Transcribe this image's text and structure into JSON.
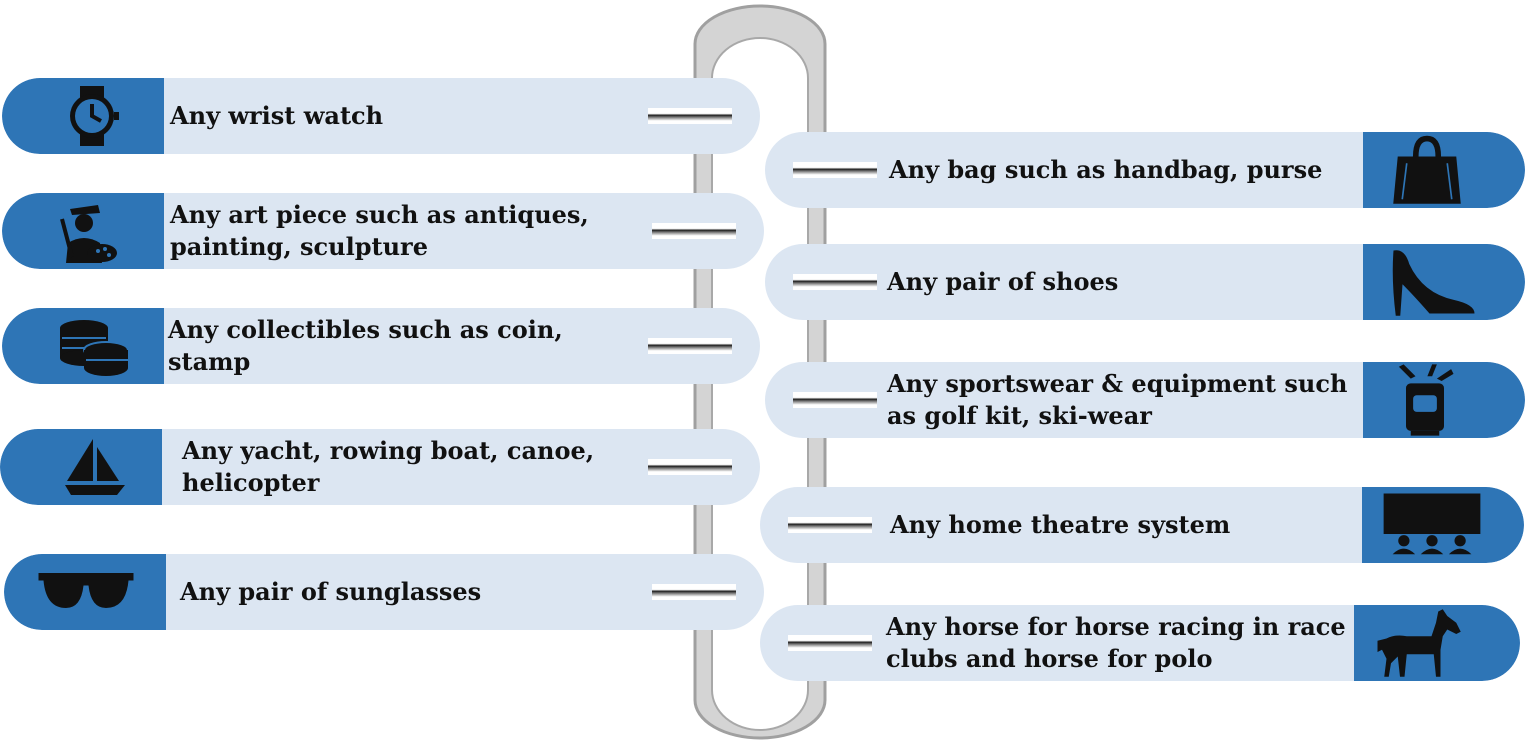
{
  "left_items": [
    {
      "label": "Any wrist watch",
      "icon": "wrist-watch-icon"
    },
    {
      "label": "Any art piece such as antiques,\npainting, sculpture",
      "icon": "painter-icon"
    },
    {
      "label": "Any collectibles such as coin, stamp",
      "icon": "coins-icon"
    },
    {
      "label": "Any yacht, rowing boat,  canoe,\nhelicopter",
      "icon": "sailboat-icon"
    },
    {
      "label": "Any pair of sunglasses",
      "icon": "sunglasses-icon"
    }
  ],
  "right_items": [
    {
      "label": "Any bag such as handbag, purse",
      "icon": "handbag-icon"
    },
    {
      "label": "Any pair of shoes",
      "icon": "high-heel-shoe-icon"
    },
    {
      "label": "Any sportswear & equipment such\nas golf kit, ski-wear",
      "icon": "golf-bag-icon"
    },
    {
      "label": "Any home theatre system",
      "icon": "home-theatre-icon"
    },
    {
      "label": "Any horse for horse racing in race\nclubs and horse for polo",
      "icon": "horse-icon"
    }
  ],
  "colors": {
    "accent": "#2e75b6",
    "pill": "#dce6f2",
    "rail": "#c8c8c8"
  }
}
